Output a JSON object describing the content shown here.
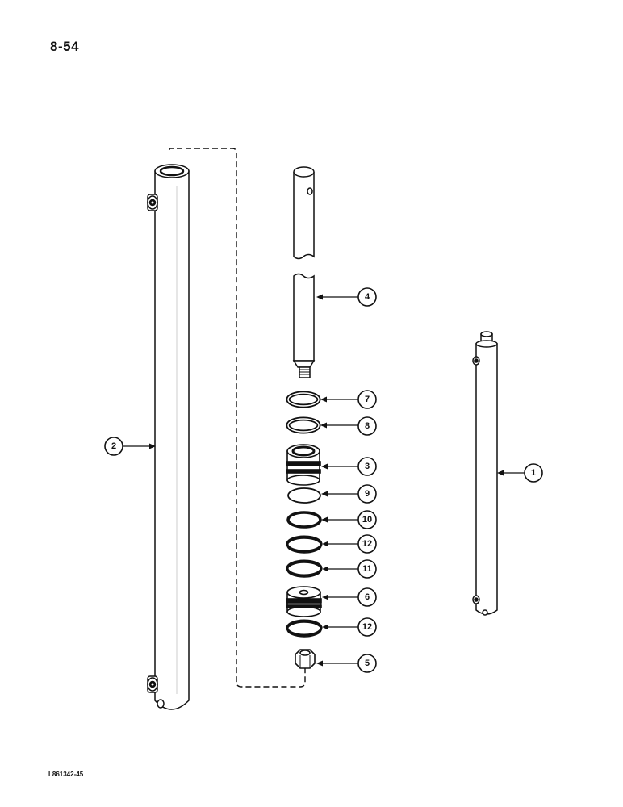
{
  "page": {
    "page_number": "8-54",
    "drawing_code": "L861342-45"
  },
  "callouts": {
    "c1": "1",
    "c2": "2",
    "c3": "3",
    "c4": "4",
    "c5": "5",
    "c6": "6",
    "c7": "7",
    "c8": "8",
    "c9": "9",
    "c10": "10",
    "c11": "11",
    "c12a": "12",
    "c12b": "12"
  },
  "icons": {
    "cylinder_barrel": "cylinder-barrel-icon",
    "piston_rod": "piston-rod-icon",
    "assembled_cylinder": "assembled-cylinder-icon",
    "gland": "gland-icon",
    "piston": "piston-icon",
    "nut": "nut-icon",
    "ring": "ring-icon"
  }
}
